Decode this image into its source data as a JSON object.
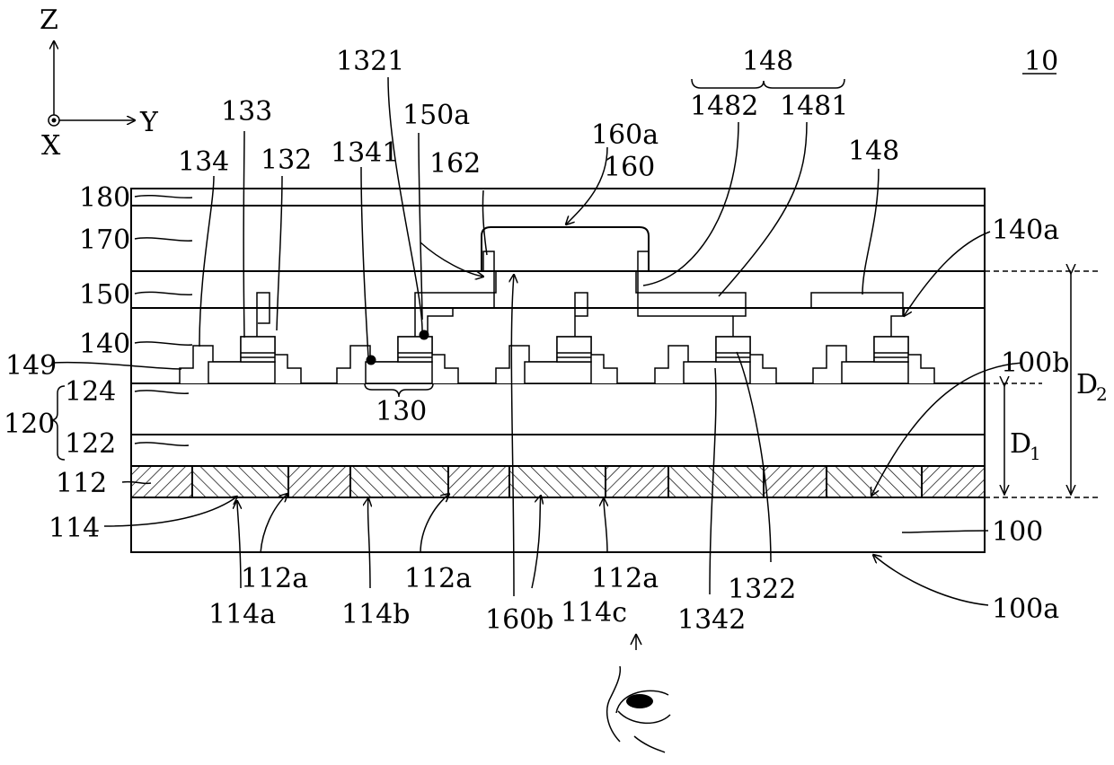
{
  "figure_number": "10",
  "axes": {
    "z": "Z",
    "y": "Y",
    "x": "X"
  },
  "layer_labels": [
    "180",
    "170",
    "150",
    "140",
    "149",
    "124",
    "122",
    "120",
    "112",
    "114",
    "100"
  ],
  "top_labels": [
    "134",
    "133",
    "132",
    "1341",
    "1321",
    "150a",
    "162",
    "160a",
    "160",
    "148",
    "1482",
    "1481",
    "148",
    "140a"
  ],
  "bottom_labels": [
    "130",
    "100b",
    "114a",
    "112a",
    "114b",
    "112a",
    "160b",
    "114c",
    "112a",
    "1342",
    "1322",
    "100a"
  ],
  "dimensions": {
    "d1": "D",
    "d1_sub": "1",
    "d2": "D",
    "d2_sub": "2"
  }
}
